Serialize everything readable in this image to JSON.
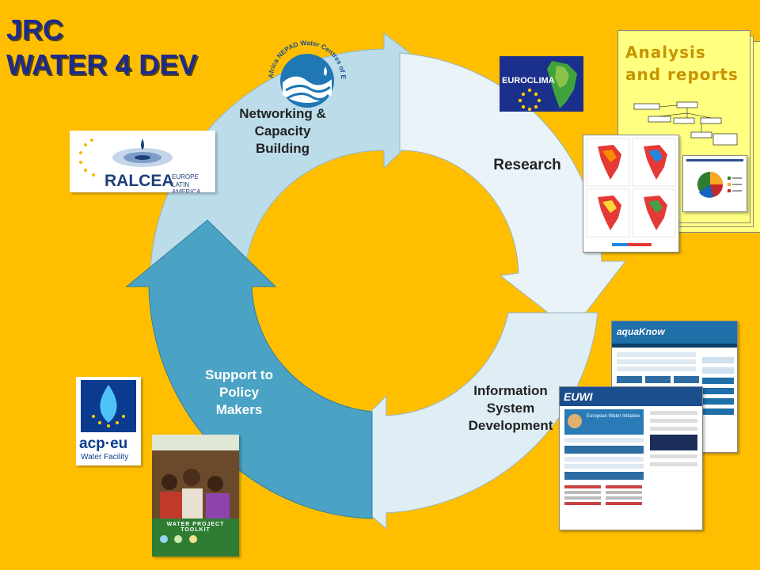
{
  "title": {
    "line1": "JRC",
    "line2": "WATER 4 DEV"
  },
  "cycle": {
    "segments": [
      {
        "label_lines": [
          "Networking &",
          "Capacity",
          "Building"
        ]
      },
      {
        "label_lines": [
          "Research"
        ]
      },
      {
        "label_lines": [
          "Information",
          "System",
          "Development"
        ]
      },
      {
        "label_lines": [
          "Support to",
          "Policy",
          "Makers"
        ]
      }
    ]
  },
  "logos": {
    "nepad": {
      "ring_text": "Southern Africa NEPAD Water Centres of Excellence"
    },
    "euroclima": {
      "text": "EUROCLIMA"
    },
    "ralcea": {
      "name": "RALCEA",
      "sub1": "EUROPE",
      "sub2": "LATIN AMERICA"
    },
    "acp": {
      "name": "acp·eu",
      "sub": "Water Facility"
    },
    "toolkit": {
      "title": "WATER PROJECT TOOLKIT"
    },
    "euwi": {
      "name": "EUWI",
      "banner": "European Water Initiative"
    },
    "aquaknow": {
      "name": "aquaKnow"
    }
  },
  "analysis": {
    "line1": "Analysis",
    "line2": "and reports"
  },
  "colors": {
    "background": "#FFBF00",
    "title": "#1e2a8c",
    "arrow_light": "#b9dbea",
    "arrow_lighter": "#e9f3f8",
    "arrow_mid": "#4aa3c4",
    "analysis_title": "#c79400"
  }
}
